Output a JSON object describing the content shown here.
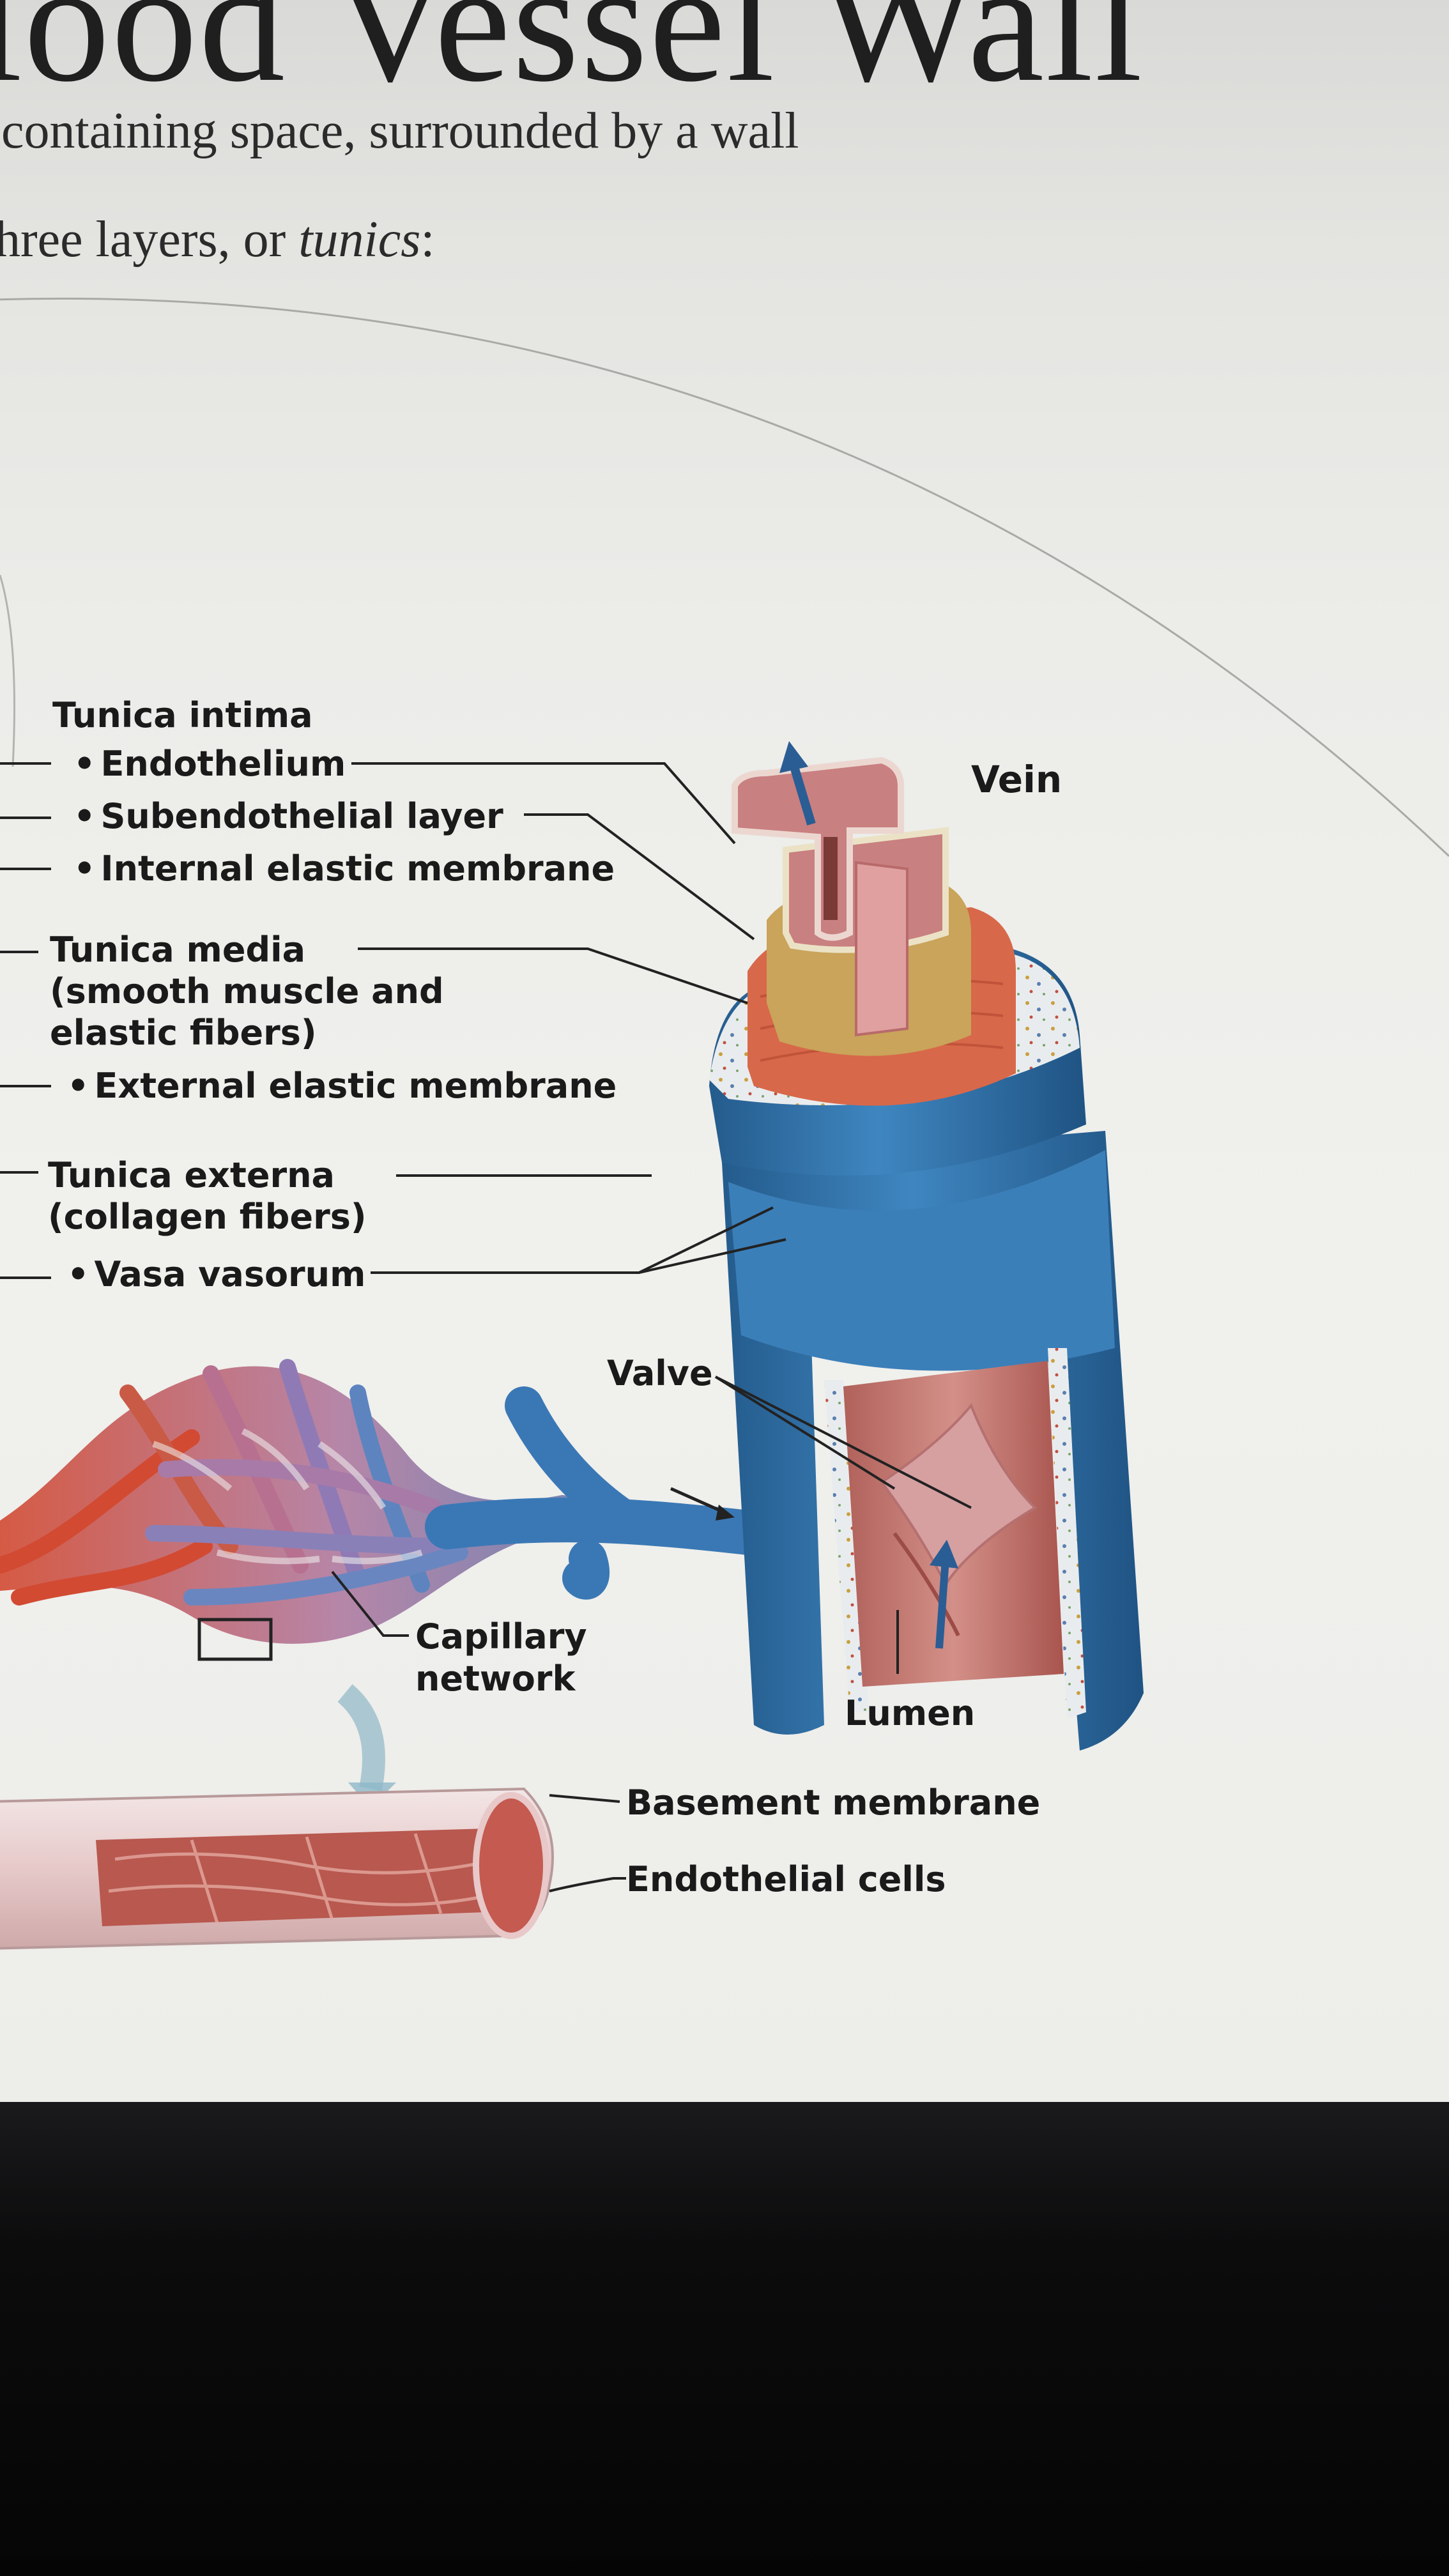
{
  "slide": {
    "title": "lood Vessel Wall",
    "line1": "containing space, surrounded by a wall",
    "line2_prefix": "hree layers, or ",
    "line2_italic": "tunics",
    "line2_suffix": ":"
  },
  "diagram": {
    "vein": "Vein",
    "tunica_intima": "Tunica intima",
    "endothelium": "Endothelium",
    "subendothelial": "Subendothelial layer",
    "internal_elastic": "Internal elastic membrane",
    "tunica_media": "Tunica media",
    "media_detail_1": "(smooth muscle and",
    "media_detail_2": "elastic fibers)",
    "external_elastic": "External elastic membrane",
    "tunica_externa": "Tunica externa",
    "externa_detail": "(collagen fibers)",
    "vasa_vasorum": "Vasa vasorum",
    "valve": "Valve",
    "capillary_1": "Capillary",
    "capillary_2": "network",
    "lumen": "Lumen",
    "basement_membrane": "Basement membrane",
    "endothelial_cells": "Endothelial cells",
    "bullet": "•"
  },
  "colors": {
    "vein_blue": "#2f6fa6",
    "artery_red": "#d24a32",
    "intima_pink": "#c98080",
    "media_tan": "#c9a45a",
    "externa_orange": "#d8684a"
  }
}
